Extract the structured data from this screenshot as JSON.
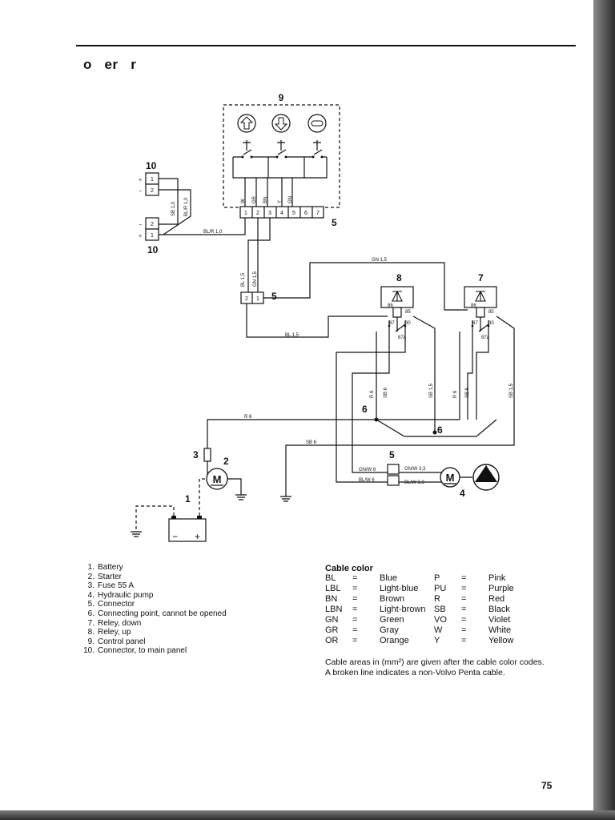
{
  "page": {
    "heading": "o   er   r",
    "page_number": "75"
  },
  "diagram": {
    "component_numbers": {
      "control_panel": "9",
      "connector_main_top": "10",
      "connector_main_bottom": "10",
      "connector_panel": "5",
      "connector_mid": "5",
      "relay_down": "8",
      "relay_up": "7",
      "connect_point_left": "6",
      "connect_point_right": "6",
      "fuse": "3",
      "starter": "2",
      "battery": "1",
      "connector_pump": "5",
      "pump": "4"
    },
    "terminal_labels": {
      "plus_top": "+",
      "minus_top": "−",
      "minus_bottom": "−",
      "plus_bottom": "+",
      "pin1": "1",
      "pin2": "2",
      "pin3": "3",
      "pin4": "4",
      "pin5": "5",
      "pin6": "6",
      "pin7": "7",
      "relay_86": "86",
      "relay_85": "85",
      "relay_87": "87",
      "relay_30": "30",
      "relay_87a": "87a",
      "motor": "M",
      "batt_minus": "−",
      "batt_plus": "+"
    },
    "wire_labels": {
      "w": "W",
      "gr": "GR",
      "bn": "BN",
      "y": "Y",
      "gn": "GN",
      "sb10": "SB 1,0",
      "blr10_v": "BL/R 1,0",
      "blr10_h": "BL/R 1,0",
      "gn15_top": "GN 1,5",
      "bl15_v": "BL 1,5",
      "gn15_v": "GN 1,5",
      "bl15_h": "BL 1,5",
      "r6_left": "R 6",
      "sb6_left": "SB 6",
      "sb15_left": "SB 1,5",
      "r6_right": "R 6",
      "sb6_right": "SB 6",
      "sb15_right": "SB 1,5",
      "r6_h": "R 6",
      "sb6_h": "SB 6",
      "gnw6": "GN/W 6",
      "blw6": "BL/W 6",
      "gnw33": "GN/W 3,3",
      "blw33": "BL/W 3,3"
    },
    "icons": [
      "arrow-up-icon",
      "arrow-down-icon",
      "minus-circle-icon",
      "diode-icon",
      "motor-icon",
      "pump-icon",
      "ground-icon",
      "battery-icon",
      "fuse-icon"
    ]
  },
  "legend": {
    "items": [
      {
        "n": "1.",
        "label": "Battery"
      },
      {
        "n": "2.",
        "label": "Starter"
      },
      {
        "n": "3.",
        "label": "Fuse 55 A"
      },
      {
        "n": "4.",
        "label": "Hydraulic pump"
      },
      {
        "n": "5.",
        "label": "Connector"
      },
      {
        "n": "6.",
        "label": "Connecting point, cannot be opened"
      },
      {
        "n": "7.",
        "label": "Reley, down"
      },
      {
        "n": "8.",
        "label": "Reley, up"
      },
      {
        "n": "9.",
        "label": "Control panel"
      },
      {
        "n": "10.",
        "label": "Connector, to main panel"
      }
    ]
  },
  "cable_colors": {
    "title": "Cable color",
    "rows": [
      {
        "code1": "BL",
        "eq1": "=",
        "name1": "Blue",
        "code2": "P",
        "eq2": "=",
        "name2": "Pink"
      },
      {
        "code1": "LBL",
        "eq1": "=",
        "name1": "Light-blue",
        "code2": "PU",
        "eq2": "=",
        "name2": "Purple"
      },
      {
        "code1": "BN",
        "eq1": "=",
        "name1": "Brown",
        "code2": "R",
        "eq2": "=",
        "name2": "Red"
      },
      {
        "code1": "LBN",
        "eq1": "=",
        "name1": "Light-brown",
        "code2": "SB",
        "eq2": "=",
        "name2": "Black"
      },
      {
        "code1": "GN",
        "eq1": "=",
        "name1": "Green",
        "code2": "VO",
        "eq2": "=",
        "name2": "Violet"
      },
      {
        "code1": "GR",
        "eq1": "=",
        "name1": "Gray",
        "code2": "W",
        "eq2": "=",
        "name2": "White"
      },
      {
        "code1": "OR",
        "eq1": "=",
        "name1": "Orange",
        "code2": "Y",
        "eq2": "=",
        "name2": "Yellow"
      }
    ],
    "note_area": "Cable areas in (mm²) are given after the cable color codes.",
    "note_broken": "A broken line indicates a non-Volvo Penta cable."
  }
}
